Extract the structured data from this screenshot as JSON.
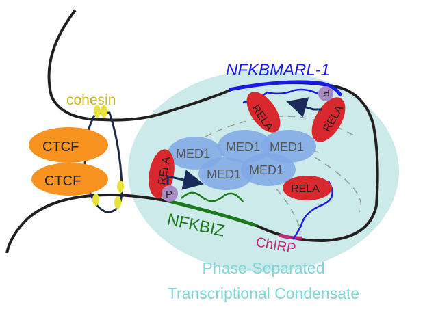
{
  "labels": {
    "gene_lncrna": "NFKBMARL-1",
    "gene_target": "NFKBIZ",
    "cohesin": "cohesin",
    "ctcf_1": "CTCF",
    "ctcf_2": "CTCF",
    "med1_1": "MED1",
    "med1_2": "MED1",
    "med1_3": "MED1",
    "med1_4": "MED1",
    "med1_5": "MED1",
    "rela_top_left": "RELA",
    "rela_top_right": "RELA",
    "rela_left": "RELA",
    "rela_center": "RELA",
    "phospho_left": "P",
    "phospho_top": "P",
    "chirp": "ChIRP",
    "condensate_line1": "Phase-Separated",
    "condensate_line2": "Transcriptional Condensate"
  },
  "colors": {
    "condensate": "#cdeaea",
    "chromatin": "#231f20",
    "ctcf": "#f7931e",
    "cohesin": "#e8e23a",
    "cohesin_text": "#c8b82a",
    "med1": "#7fa8e6",
    "rela": "#d9272e",
    "phospho": "#a98bc4",
    "lncrna": "#1a1ae6",
    "nfkbiz": "#1a7a1a",
    "chirp": "#c0287a",
    "condensate_text": "#7fd6d6",
    "arrow": "#1a2a5a"
  }
}
